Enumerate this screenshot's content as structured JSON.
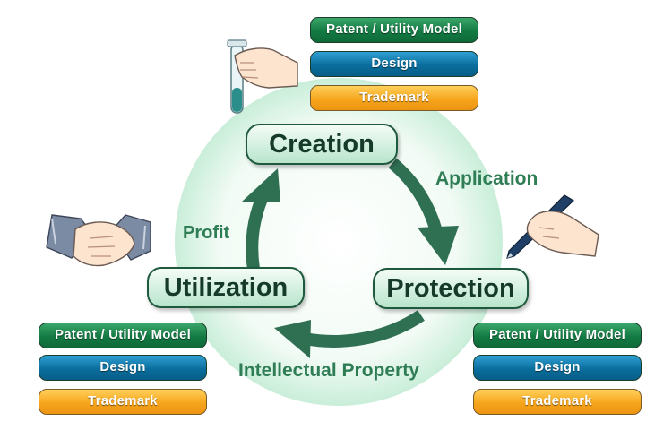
{
  "stages": {
    "creation": "Creation",
    "protection": "Protection",
    "utilization": "Utilization"
  },
  "flows": {
    "application": "Application",
    "intellectual_property": "Intellectual Property",
    "profit": "Profit"
  },
  "ip_types": {
    "top": {
      "patent": "Patent / Utility Model",
      "design": "Design",
      "trademark": "Trademark"
    },
    "left": {
      "patent": "Patent / Utility Model",
      "design": "Design",
      "trademark": "Trademark"
    },
    "right": {
      "patent": "Patent / Utility Model",
      "design": "Design",
      "trademark": "Trademark"
    }
  },
  "illustrations": {
    "top": "test-tube-hand-icon",
    "left": "handshake-icon",
    "right": "pen-writing-hand-icon"
  },
  "colors": {
    "patent_green": "#137a43",
    "design_blue": "#0a6e9d",
    "trademark_orange": "#f6a51d",
    "arrow_green": "#2f6f52",
    "label_green": "#2f7d55"
  }
}
